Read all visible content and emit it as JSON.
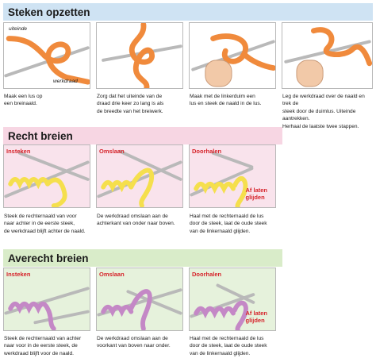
{
  "sections": {
    "cast_on": {
      "title": "Steken opzetten",
      "color": "#cfe3f3",
      "yarn_color": "#f08a3c",
      "labels": {
        "tail": "uiteinde",
        "working_yarn": "werkdraad"
      },
      "captions": [
        [
          "Maak een lus op",
          "een breinaald."
        ],
        [
          "Zorg dat het uiteinde van de",
          "draad drie keer zo lang is als",
          "de breedte van het breiwerk."
        ],
        [
          "Maak met de linkerduim een",
          "lus en steek de naald in de lus."
        ],
        [
          "Leg de werkdraad over de naald en trek de",
          "steek door de duimlus. Uiteinde aantrekken.",
          "Herhaal de laatste twee stappen."
        ]
      ]
    },
    "knit": {
      "title": "Recht breien",
      "color": "#f7d6e3",
      "yarn_color": "#f5df4d",
      "steps": [
        "Insteken",
        "Omslaan",
        "Doorhalen"
      ],
      "note": [
        "Af laten",
        "glijden"
      ],
      "captions": [
        [
          "Steek de rechternaald van voor",
          "naar achter in de eerste steek,",
          "de werkdraad blijft achter de naald."
        ],
        [
          "De werkdraad omslaan aan de",
          "achterkant van onder naar boven."
        ],
        [
          "Haal met de rechternaald de lus",
          "door de steek, laat de oude steek",
          "van de linkernaald glijden."
        ]
      ]
    },
    "purl": {
      "title": "Averecht breien",
      "color": "#d9ecc9",
      "yarn_color": "#c488c6",
      "steps": [
        "Insteken",
        "Omslaan",
        "Doorhalen"
      ],
      "note": [
        "Af laten",
        "glijden"
      ],
      "captions": [
        [
          "Steek de rechternaald van achter",
          "naar voor in de eerste steek, de",
          "werkdraad blijft voor de naald."
        ],
        [
          "De werkdraad omslaan aan de",
          "voorkant van boven naar onder."
        ],
        [
          "Haal met de rechternaald de lus",
          "door de steek, laat de oude steek",
          "van de linkernaald glijden."
        ]
      ]
    }
  }
}
